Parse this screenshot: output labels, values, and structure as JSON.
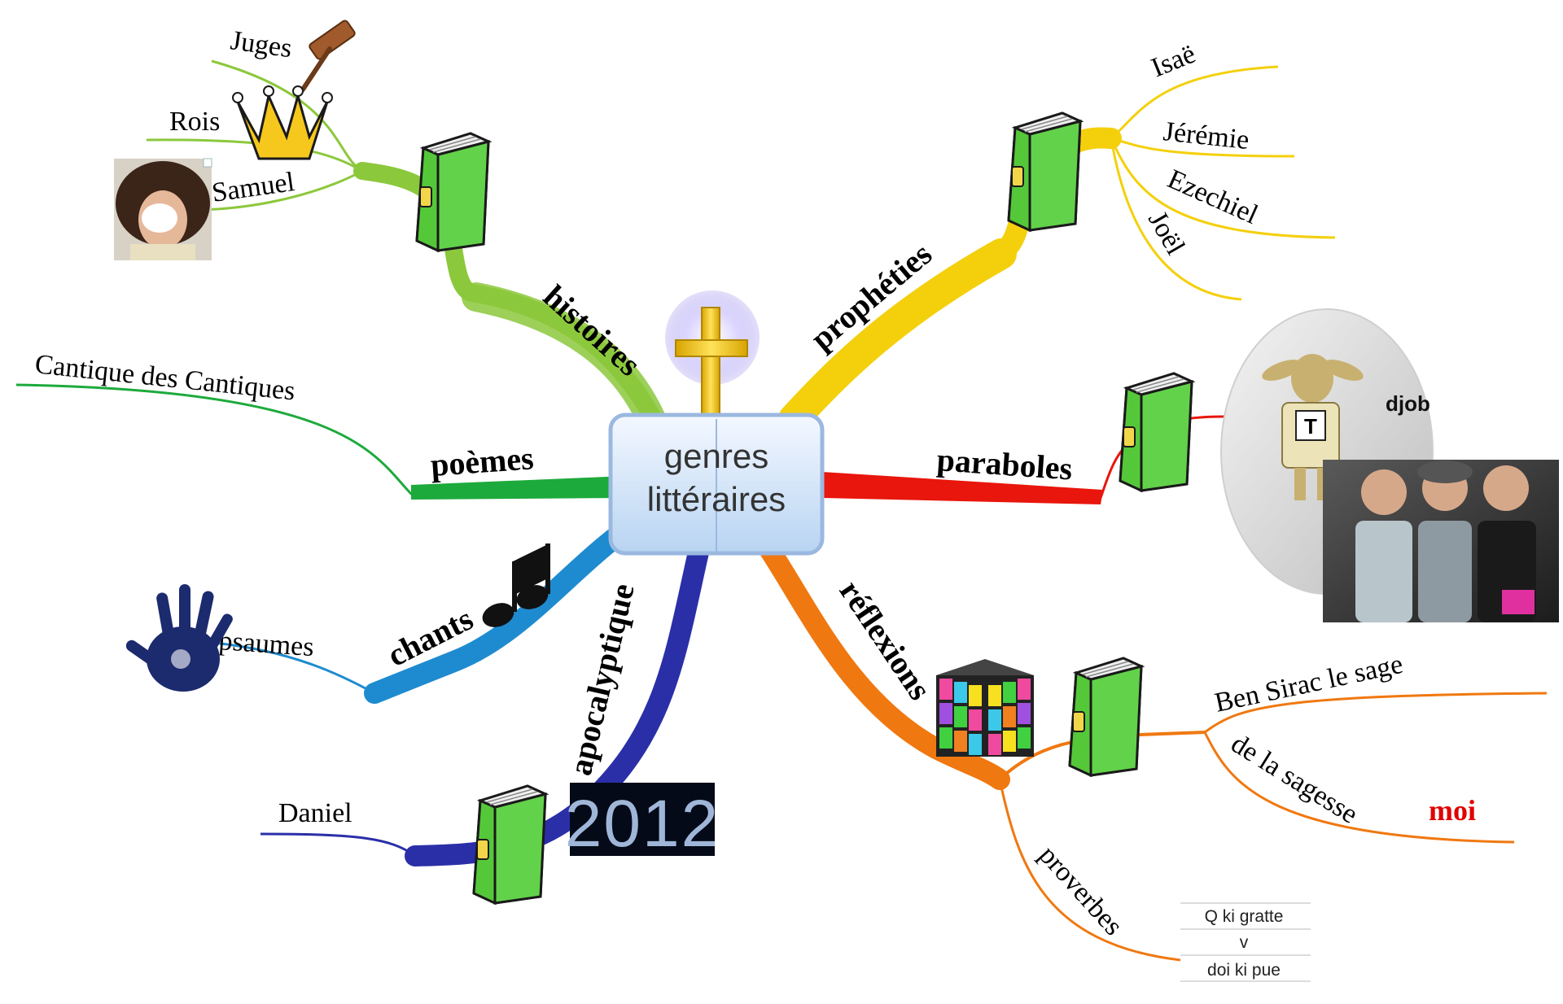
{
  "center": {
    "line1": "genres",
    "line2": "littéraires"
  },
  "branches": {
    "histoires": {
      "label": "histoires",
      "color": "#8CC83C",
      "children": [
        "Juges",
        "Rois",
        "Samuel"
      ]
    },
    "propheties": {
      "label": "prophéties",
      "color": "#F4D00C",
      "children": [
        "Isaë",
        "Jérémie",
        "Ezechiel",
        "Joël"
      ]
    },
    "poemes": {
      "label": "poèmes",
      "color": "#1DAA3C",
      "children": [
        "Cantique des Cantiques"
      ]
    },
    "paraboles": {
      "label": "paraboles",
      "color": "#E8160C",
      "note": "djob"
    },
    "chants": {
      "label": "chants",
      "color": "#1E8BD0",
      "children": [
        "psaumes"
      ]
    },
    "apocalyptique": {
      "label": "apocalyptique",
      "color": "#2A2FA8",
      "children": [
        "Daniel"
      ]
    },
    "reflexions": {
      "label": "réflexions",
      "color": "#F07810",
      "children": [
        "Ben Sirac le sage",
        "de la sagesse",
        "proverbes"
      ],
      "note": "moi"
    }
  },
  "images": {
    "movie_logo_text": "2012",
    "poster_letter": "T"
  },
  "table": {
    "rows": [
      "Q ki gratte",
      "v",
      "doi ki pue"
    ]
  }
}
